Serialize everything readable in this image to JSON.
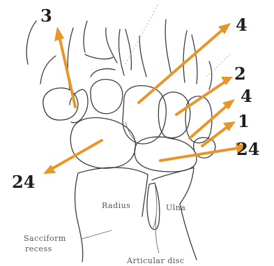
{
  "figure": {
    "arrow_color": "#e8952a",
    "arrow_labels": {
      "a3": "3",
      "a4_top": "4",
      "a2": "2",
      "a4_mid": "4",
      "a1": "1",
      "a24_right": "24",
      "a24_left": "24"
    },
    "anatomy_labels": {
      "radius": "Radius",
      "ulna": "Ulna",
      "sacciform_line1": "Sacciform",
      "sacciform_line2": "recess",
      "articular_disc": "Articular disc"
    }
  }
}
